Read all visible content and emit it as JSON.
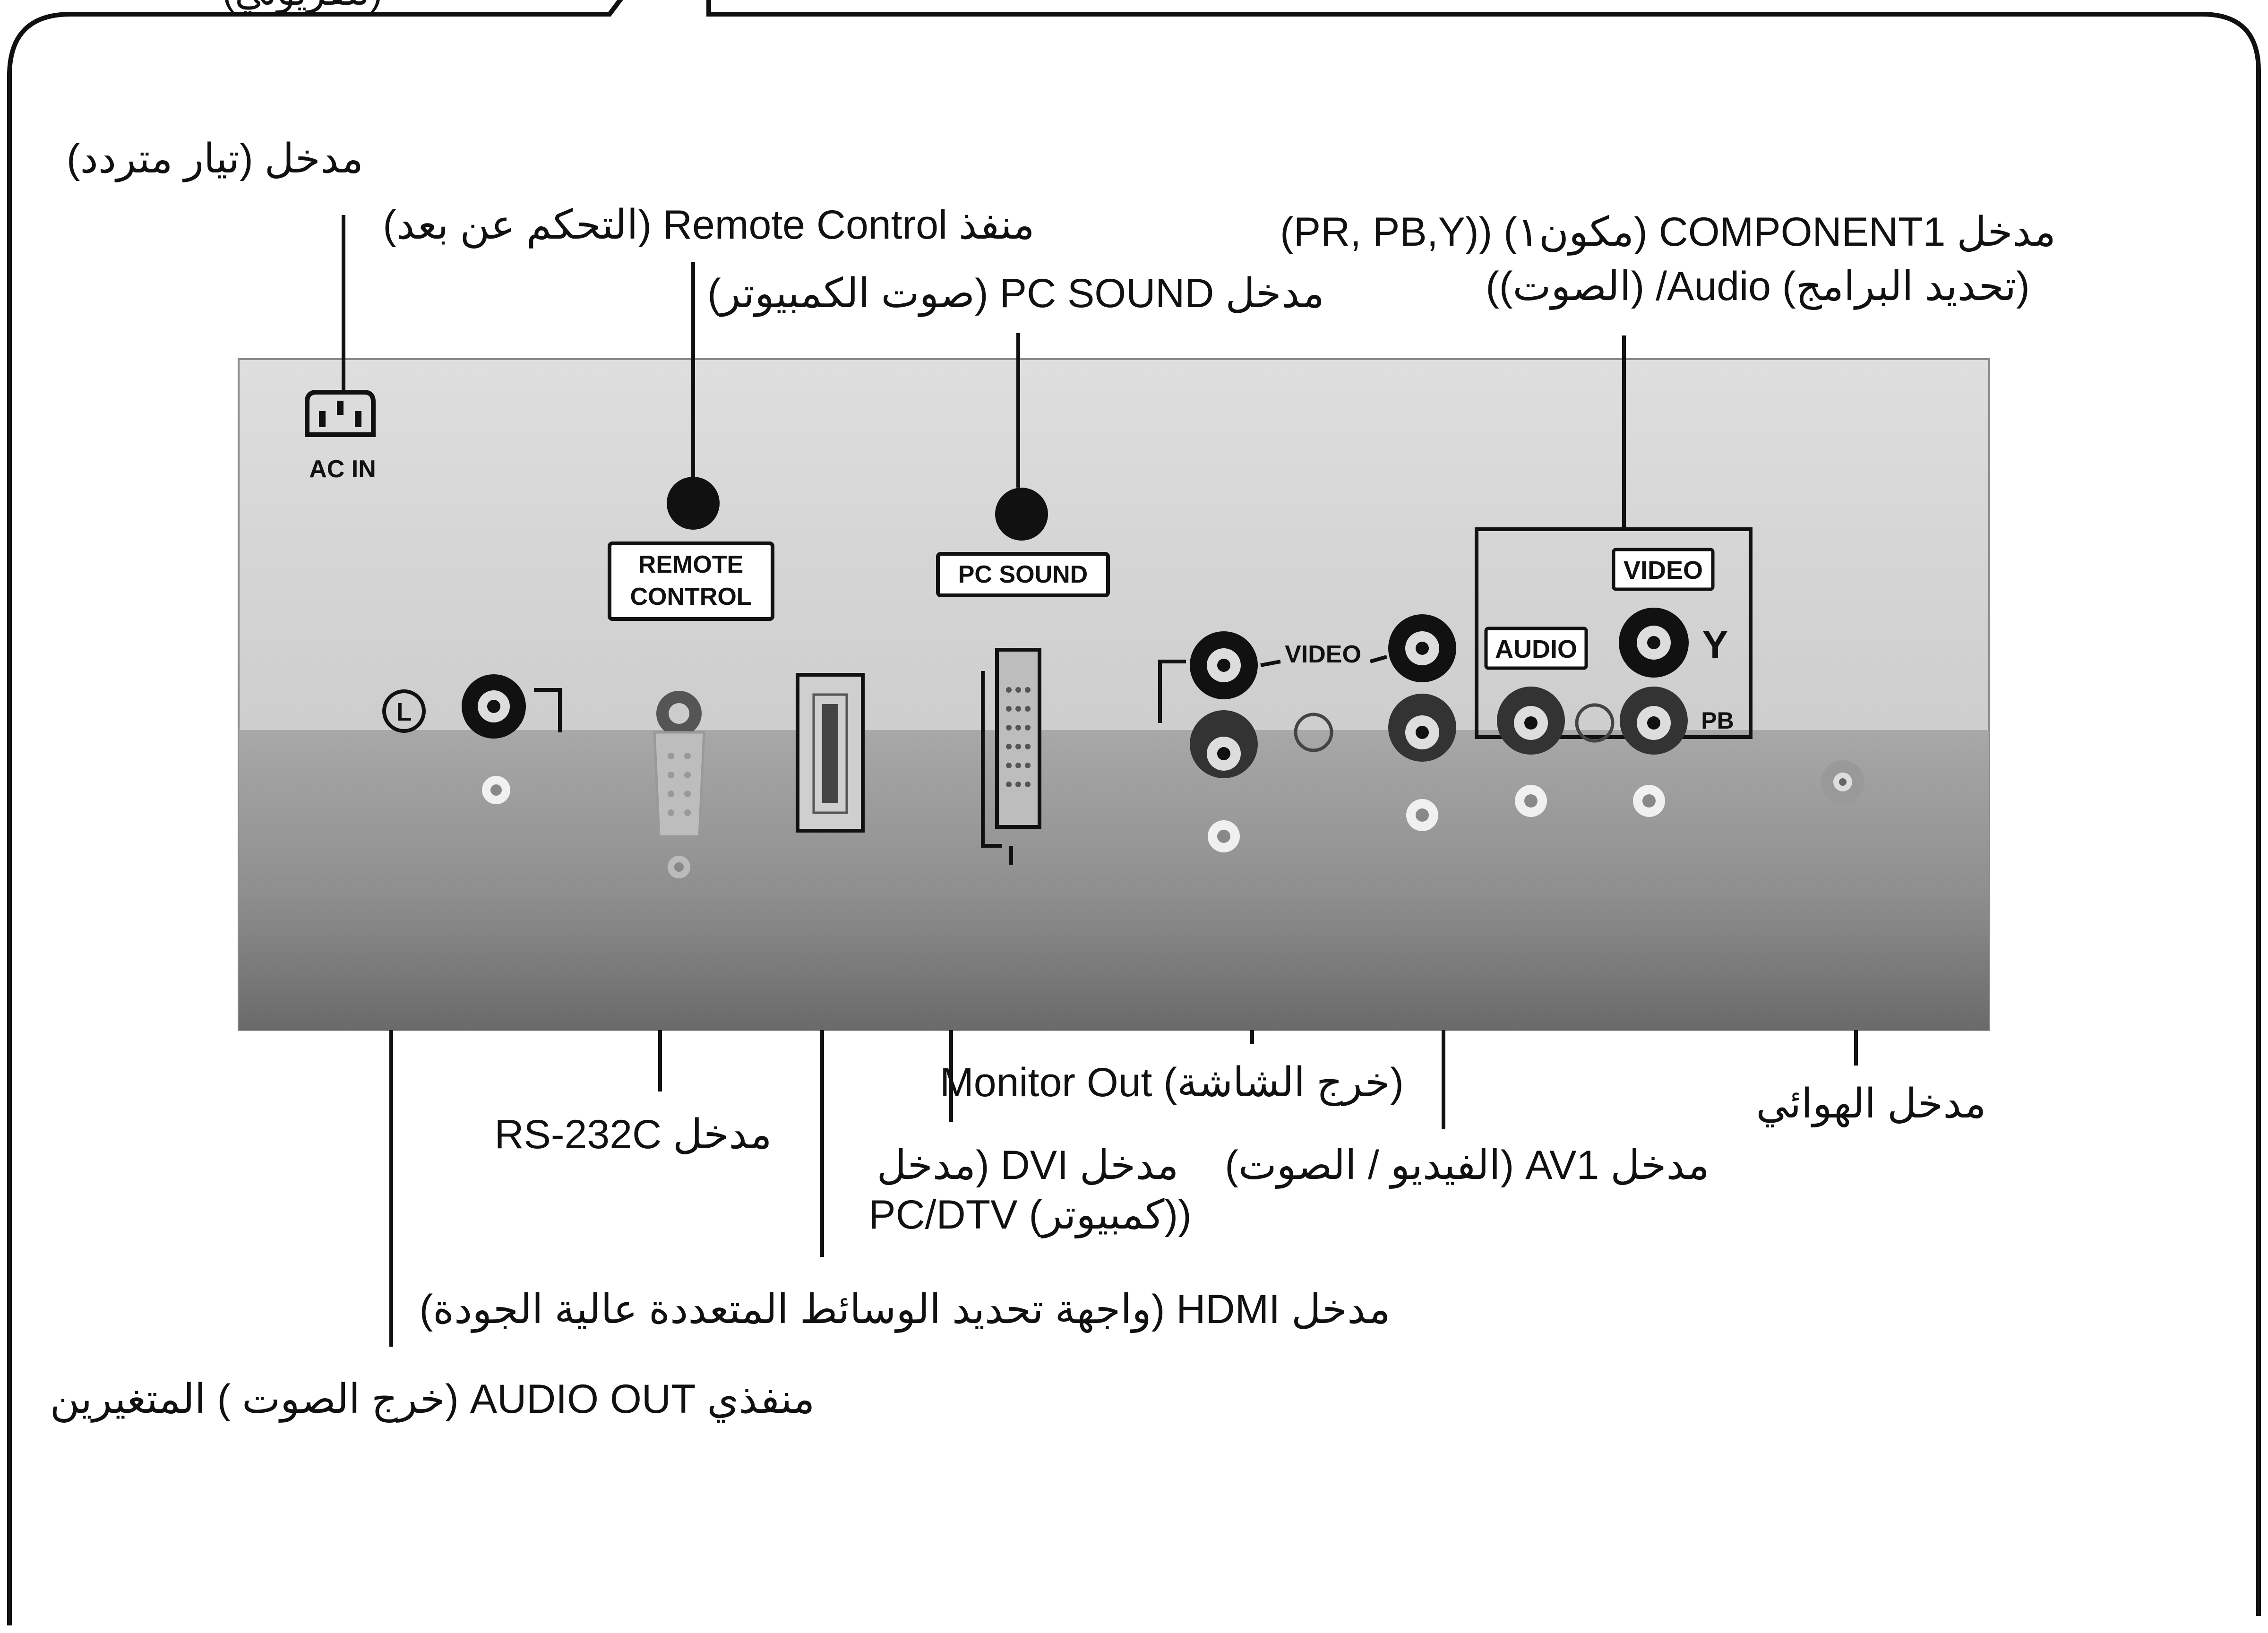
{
  "top_cut_text": "(تلفزيوني)",
  "panel": {
    "ac_in": "AC IN",
    "remote_box_line1": "REMOTE",
    "remote_box_line2": "CONTROL",
    "pc_sound_box": "PC SOUND",
    "video_box": "VIDEO",
    "audio_box": "AUDIO",
    "video_small": "VIDEO",
    "y_label": "Y",
    "pb_label": "PB",
    "l_mark": "L"
  },
  "labels": {
    "ac_input": "مدخل (تيار متردد)",
    "remote_control": "منفذ Remote Control (التحكم عن بعد)",
    "pc_sound": "مدخل PC SOUND (صوت الكمبيوتر)",
    "component_line1": "مدخل COMPONENT1 (مكون١) ((PR, PB,Y)",
    "component_line2": "(تحديد البرامج) Audio/ (الصوت))",
    "monitor_out": "Monitor Out (خرج الشاشة)",
    "antenna": "مدخل الهوائي",
    "rs232c": "مدخل RS-232C",
    "dvi_line1": "مدخل DVI (مدخل",
    "dvi_line2": "PC/DTV (كمبيوتر))",
    "av1": "مدخل AV1 (الفيديو / الصوت)",
    "hdmi": "مدخل HDMI (واجهة تحديد الوسائط المتعددة عالية الجودة)",
    "audio_out": "منفذي AUDIO OUT (خرج الصوت ) المتغيرين"
  },
  "colors": {
    "panel_top": "#d4d4d4",
    "panel_bottom": "#777777",
    "line": "#111111"
  }
}
